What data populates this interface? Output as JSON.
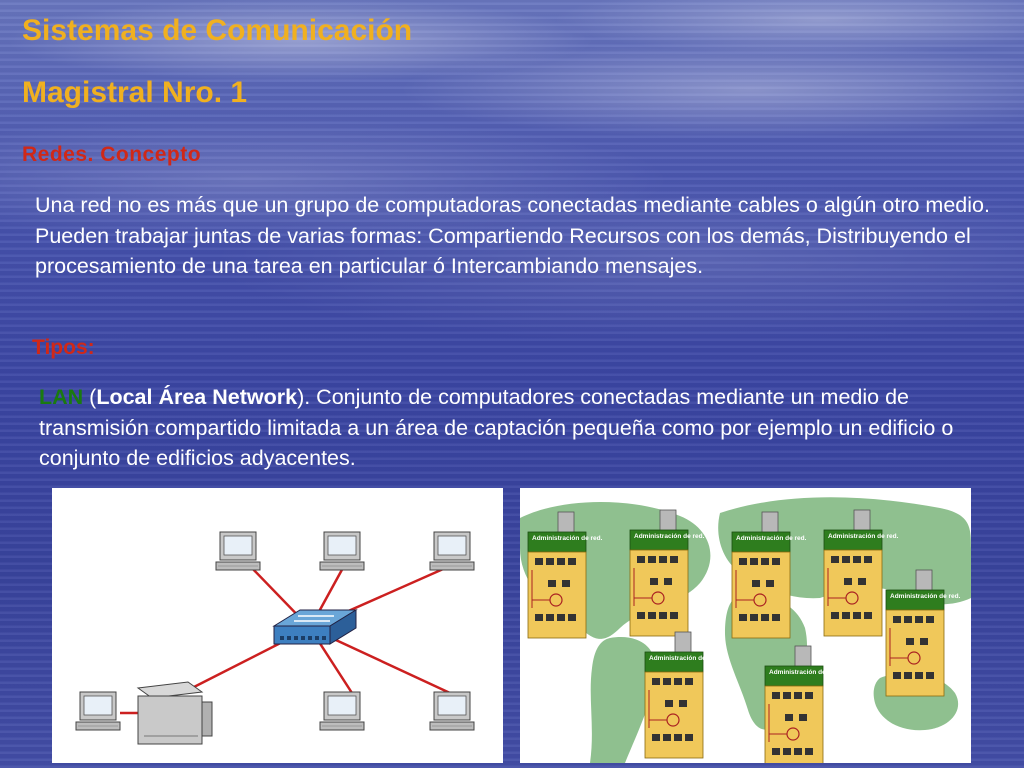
{
  "title": "Sistemas de Comunicación",
  "subtitle": "Magistral Nro. 1",
  "section_heading": "Redes. Concepto",
  "paragraph": "Una red no es más que un grupo de computadoras conectadas mediante cables o algún otro medio. Pueden trabajar juntas de varias formas: Compartiendo Recursos con los demás, Distribuyendo el procesamiento de una tarea en particular ó Intercambiando mensajes.",
  "tipos_heading": "Tipos:",
  "lan": {
    "term": "LAN",
    "open_paren": " (",
    "expansion": "Local Área Network",
    "description": "). Conjunto de computadores conectadas mediante un medio de transmisión compartido limitada a un área  de captación pequeña como por ejemplo un edificio o conjunto de edificios adyacentes."
  },
  "wan_map": {
    "node_label": "Administración de red."
  },
  "colors": {
    "title": "#f0b020",
    "heading": "#d02818",
    "lan_term": "#1a7a10",
    "body_text": "#ffffff",
    "link_line": "#cc2020",
    "map_land": "#8fc08f",
    "node_header": "#2e7d1e"
  }
}
